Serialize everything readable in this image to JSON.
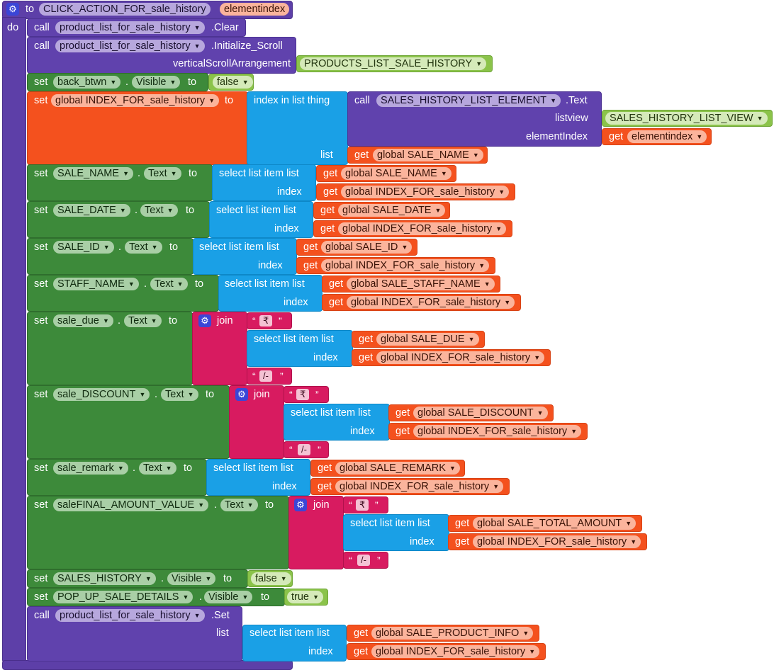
{
  "header": {
    "to": "to",
    "proc_name": "CLICK_ACTION_FOR_sale_history",
    "param": "elementindex",
    "do": "do"
  },
  "kw": {
    "call": "call",
    "set": "set",
    "to": "to",
    "get": "get",
    "dot": ".",
    "list": "list",
    "index": "index",
    "join": "join",
    "select": "select list item  list",
    "open_q": "“",
    "close_q": "”"
  },
  "clear": {
    "component": "product_list_for_sale_history",
    "method": ".Clear"
  },
  "init": {
    "component": "product_list_for_sale_history",
    "method": ".Initialize_Scroll",
    "arg_label": "verticalScrollArrangement",
    "arg_value": "PRODUCTS_LIST_SALE_HISTORY"
  },
  "back": {
    "component": "back_btwn",
    "prop": "Visible",
    "value": "false"
  },
  "index_set": {
    "var": "global INDEX_FOR_sale_history",
    "index_in_list": "index in list  thing",
    "call_component": "SALES_HISTORY_LIST_ELEMENT",
    "call_method": ".Text",
    "listview_label": "listview",
    "listview_value": "SALES_HISTORY_LIST_VIEW",
    "elementindex_label": "elementIndex",
    "elementindex_value": "elementindex",
    "list_value": "global SALE_NAME"
  },
  "index_var": "global INDEX_FOR_sale_history",
  "sale_name": {
    "component": "SALE_NAME",
    "prop": "Text",
    "list": "global SALE_NAME"
  },
  "sale_date": {
    "component": "SALE_DATE",
    "prop": "Text",
    "list": "global SALE_DATE"
  },
  "sale_id": {
    "component": "SALE_ID",
    "prop": "Text",
    "list": "global SALE_ID"
  },
  "staff_name": {
    "component": "STAFF_NAME",
    "prop": "Text",
    "list": "global SALE_STAFF_NAME"
  },
  "sale_due": {
    "component": "sale_due",
    "prop": "Text",
    "prefix": "₹",
    "suffix": "/-",
    "list": "global SALE_DUE"
  },
  "sale_discount": {
    "component": "sale_DISCOUNT",
    "prop": "Text",
    "prefix": "₹",
    "suffix": "/-",
    "list": "global SALE_DISCOUNT"
  },
  "sale_remark": {
    "component": "sale_remark",
    "prop": "Text",
    "list": "global SALE_REMARK"
  },
  "final_amount": {
    "component": "saleFINAL_AMOUNT_VALUE",
    "prop": "Text",
    "prefix": "₹",
    "suffix": "/-",
    "list": "global SALE_TOTAL_AMOUNT"
  },
  "sales_history": {
    "component": "SALES_HISTORY",
    "prop": "Visible",
    "value": "false"
  },
  "popup": {
    "component": "POP_UP_SALE_DETAILS",
    "prop": "Visible",
    "value": "true"
  },
  "set_call": {
    "component": "product_list_for_sale_history",
    "method": ".Set",
    "list_label": "list",
    "list_value": "global SALE_PRODUCT_INFO"
  },
  "colors": {
    "procedure": "#5d3fa8",
    "component_call": "#6042ad",
    "setter": "#3d8a3a",
    "variable": "#f4511e",
    "list": "#1aa0e6",
    "text": "#d81b60",
    "logic": "#8bc34a"
  }
}
